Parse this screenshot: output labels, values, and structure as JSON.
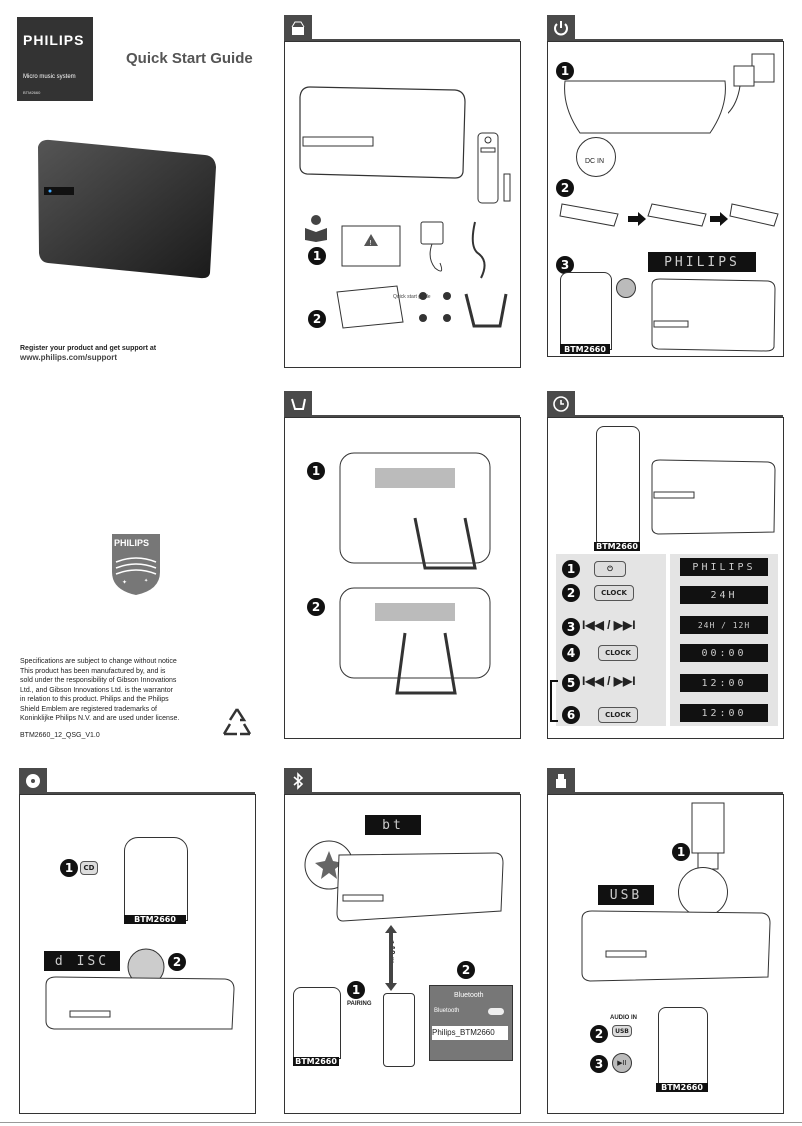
{
  "cover": {
    "brand": "PHILIPS",
    "product_line": "Micro music system",
    "model_small": "BTM2660",
    "guide_title": "Quick Start Guide",
    "register_text": "Register your product and get support at",
    "support_url": "www.philips.com/support",
    "shield_brand": "PHILIPS",
    "legal_text": "Specifications are subject to change without notice\nThis product has been manufactured by, and is\nsold under the responsibility of Gibson Innovations\nLtd., and Gibson Innovations Ltd. is the warrantor\nin relation to this product. Philips and the Philips\nShield Emblem are registered trademarks of\nKoninklijke Philips N.V. and are used under license.",
    "doc_code": "BTM2660_12_QSG_V1.0"
  },
  "box_panel": {
    "icon": "unbox-icon",
    "step1": "1",
    "step2": "2",
    "booklet_label": "Quick start guide"
  },
  "power_panel": {
    "icon": "power-icon",
    "step1": "1",
    "step2": "2",
    "step3": "3",
    "dc_in_label": "DC IN",
    "display_text": "PHILIPS",
    "model": "BTM2660"
  },
  "stand_panel": {
    "icon": "stand-icon",
    "step1": "1",
    "step2": "2"
  },
  "clock_panel": {
    "icon": "clock-icon",
    "model": "BTM2660",
    "steps": [
      {
        "num": "1",
        "label": "",
        "display": "PHILIPS"
      },
      {
        "num": "2",
        "label": "CLOCK",
        "display": "24H"
      },
      {
        "num": "3",
        "label": "I◀◀ / ▶▶I",
        "display": "24H / 12H"
      },
      {
        "num": "4",
        "label": "CLOCK",
        "display": "00:00"
      },
      {
        "num": "5",
        "label": "I◀◀ / ▶▶I",
        "display": "12:00"
      },
      {
        "num": "6",
        "label": "CLOCK",
        "display": "12:00"
      }
    ]
  },
  "cd_panel": {
    "icon": "disc-icon",
    "step1": "1",
    "step2": "2",
    "cd_button": "CD",
    "display_text": "d ISC",
    "model": "BTM2660"
  },
  "bt_panel": {
    "icon": "bluetooth-icon",
    "step1": "1",
    "step2": "2",
    "display_text": "bt",
    "range_text": "≤ 10 m",
    "pairing_label": "PAIRING",
    "model": "BTM2660",
    "screen_title": "Bluetooth",
    "screen_row": "Bluetooth",
    "device_name": "Philips_BTM2660"
  },
  "usb_panel": {
    "icon": "usb-icon",
    "step1": "1",
    "step2": "2",
    "step3": "3",
    "display_text": "USB",
    "audio_in_label": "AUDIO IN",
    "usb_label": "USB",
    "model": "BTM2660"
  }
}
